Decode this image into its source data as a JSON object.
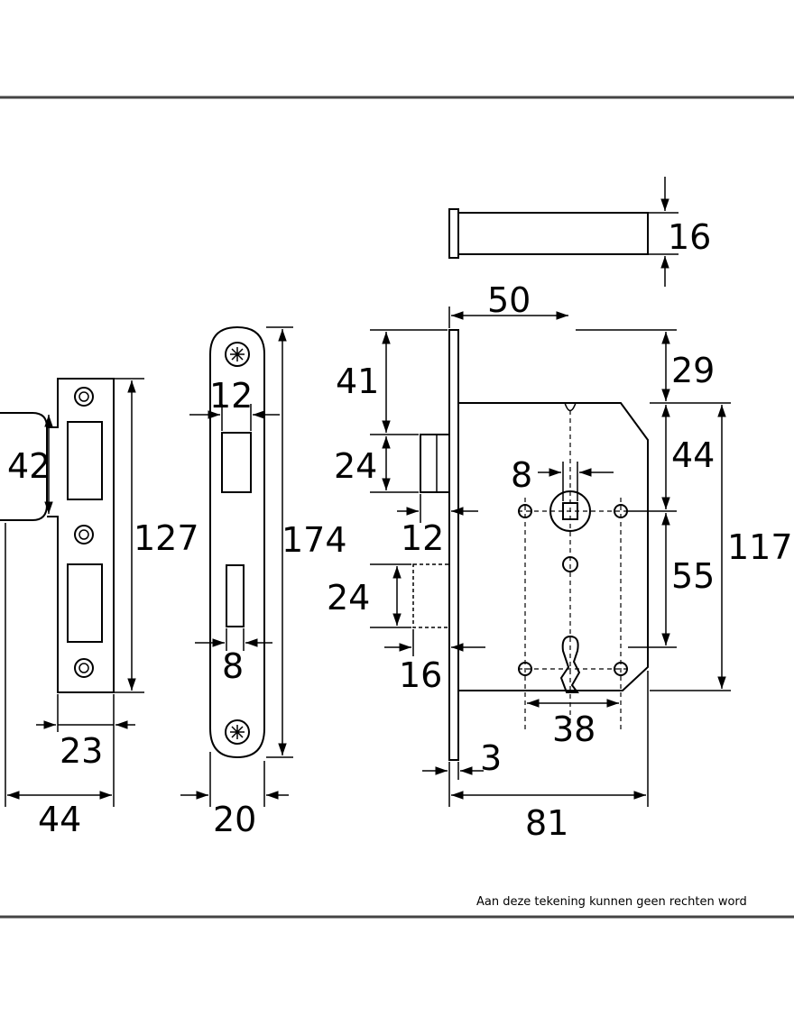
{
  "dimensions": {
    "strike_height_42": "42",
    "strike_height_127": "127",
    "strike_width_23": "23",
    "strike_width_44": "44",
    "faceplate_slot_12": "12",
    "faceplate_height_174": "174",
    "faceplate_slot_8": "8",
    "faceplate_width_20": "20",
    "pin_diameter_16": "16",
    "backset_50": "50",
    "top_41": "41",
    "latch_24": "24",
    "offset_12": "12",
    "bolt_24": "24",
    "offset_16": "16",
    "top_29": "29",
    "spindle_44": "44",
    "spindle_8": "8",
    "centres_55": "55",
    "case_117": "117",
    "holes_38": "38",
    "plate_3": "3",
    "depth_81": "81"
  },
  "footer": {
    "disclaimer": "Aan deze tekening kunnen geen rechten word"
  },
  "colors": {
    "line": "#000000",
    "frame": "#444444",
    "background": "#ffffff"
  }
}
